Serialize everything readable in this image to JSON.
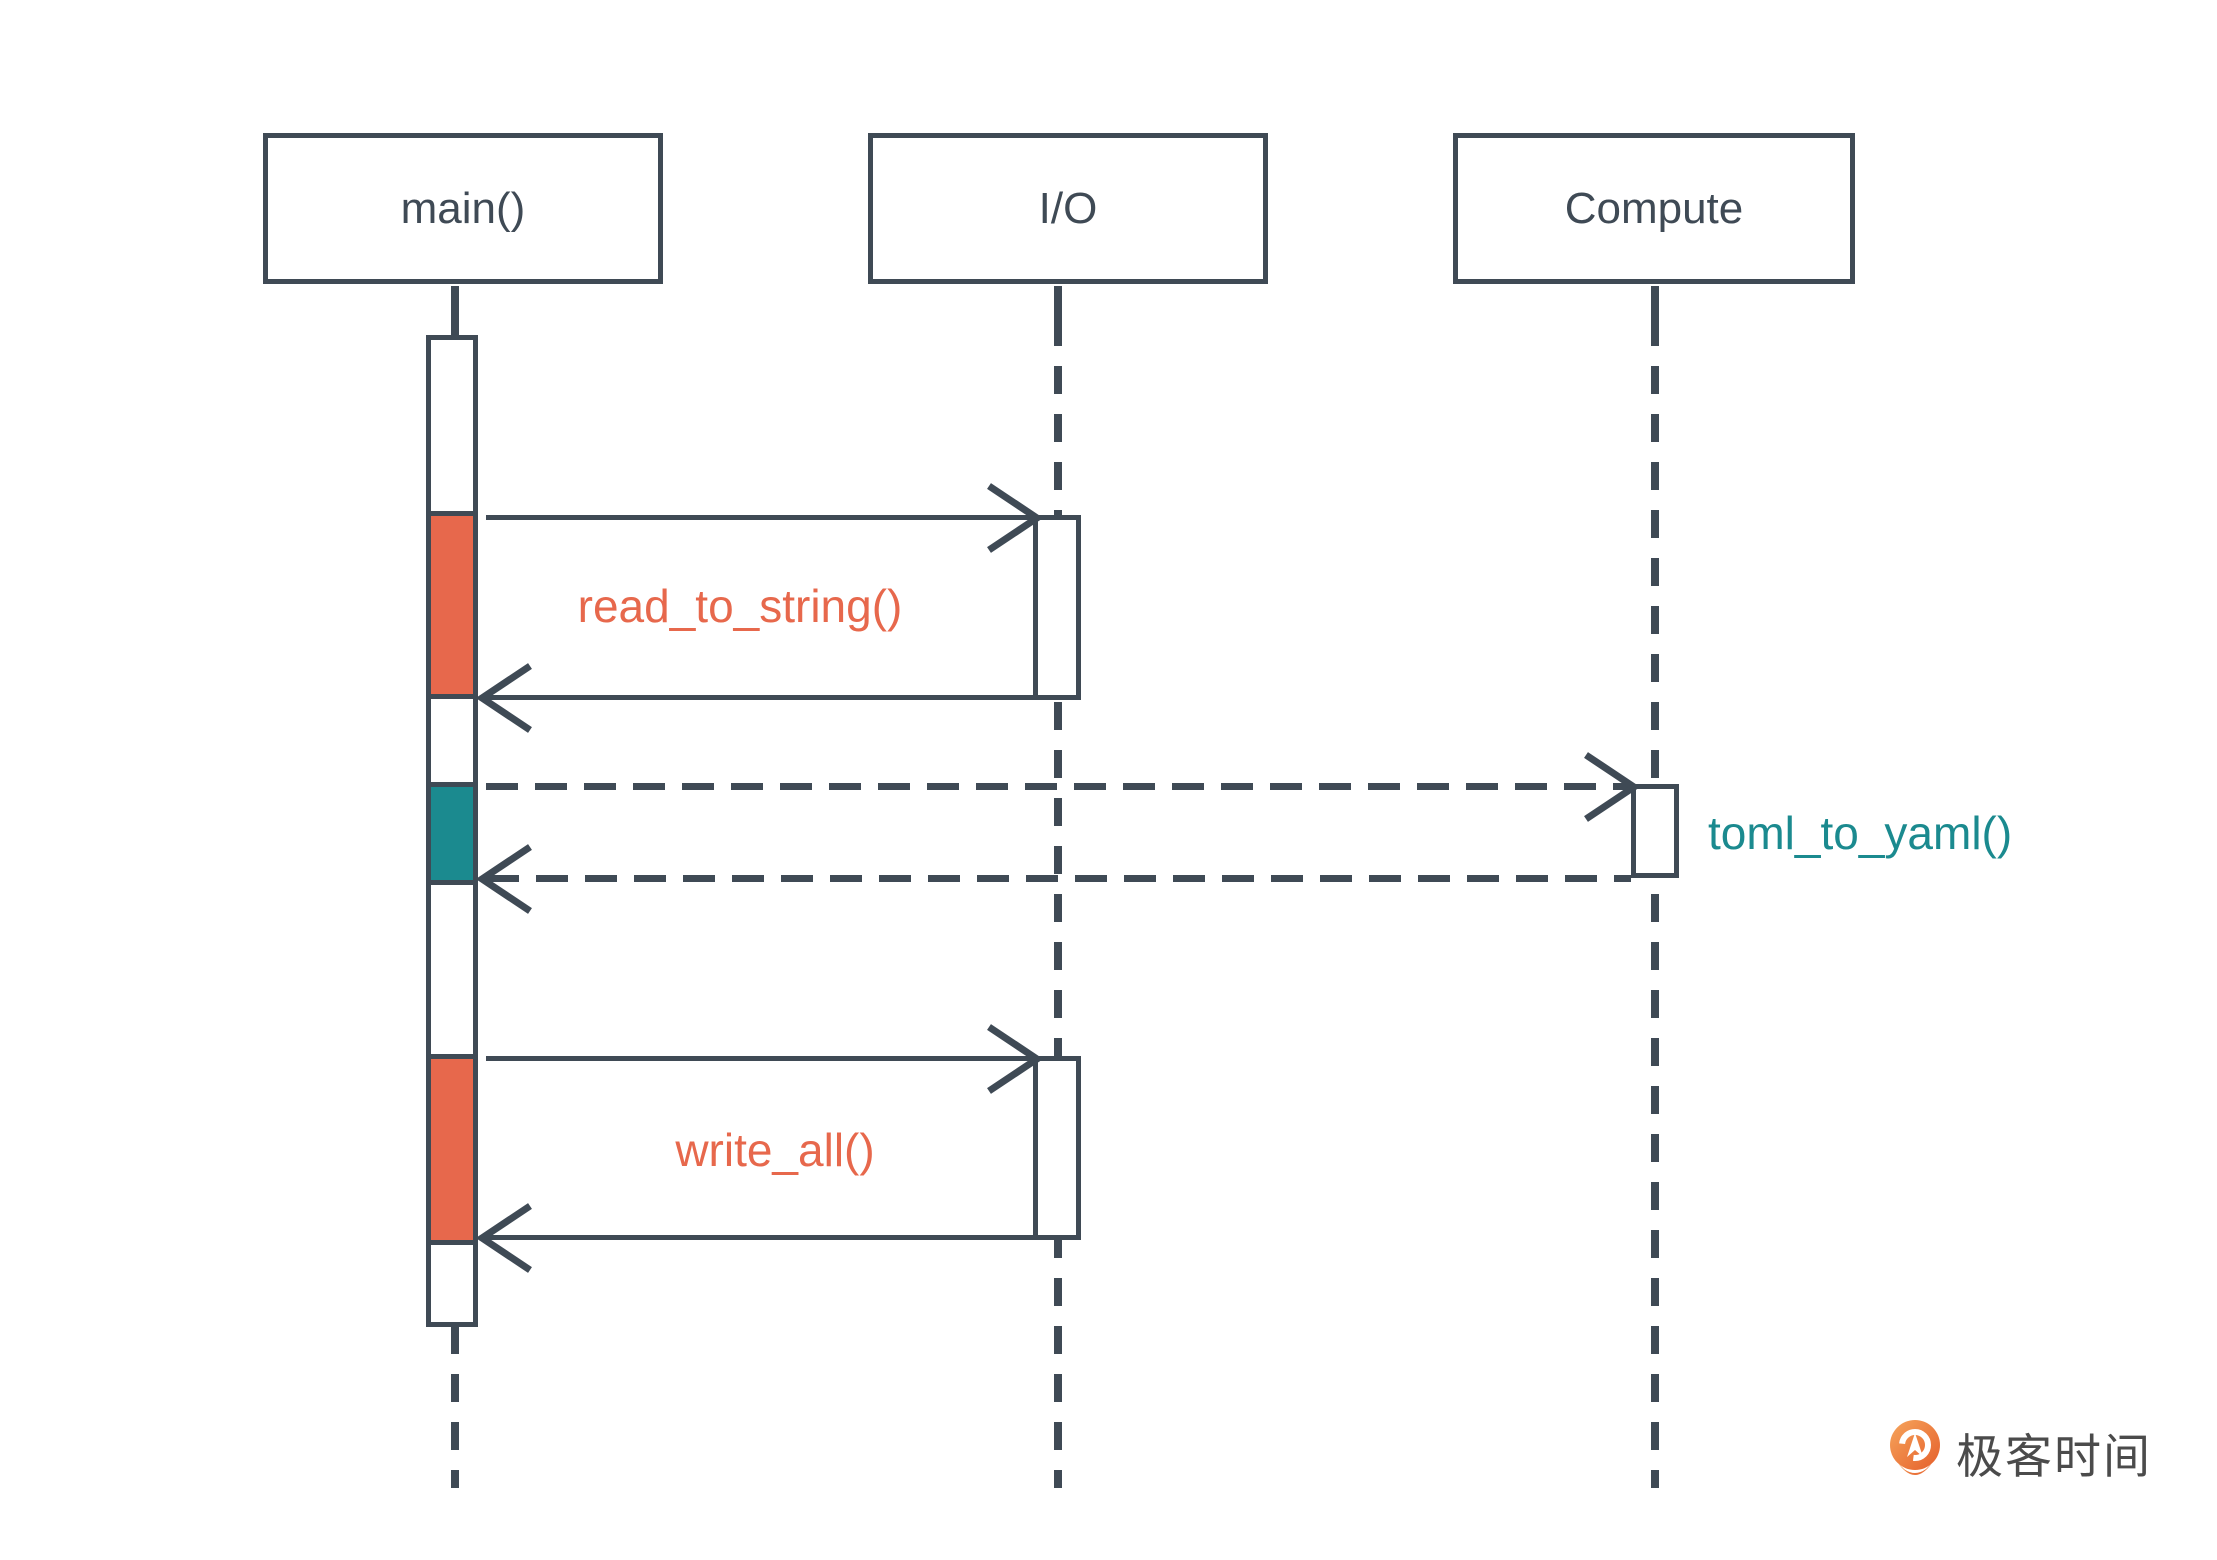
{
  "diagram": {
    "type": "sequence-diagram",
    "participants": [
      {
        "id": "main",
        "label": "main()"
      },
      {
        "id": "io",
        "label": "I/O"
      },
      {
        "id": "compute",
        "label": "Compute"
      }
    ],
    "messages": [
      {
        "name": "read_to_string()",
        "from": "main()",
        "to": "I/O",
        "line": "solid",
        "has_return": true,
        "color": "#E7684C"
      },
      {
        "name": "toml_to_yaml()",
        "from": "main()",
        "to": "Compute",
        "line": "dashed",
        "has_return": true,
        "color": "#1B8A8F"
      },
      {
        "name": "write_all()",
        "from": "main()",
        "to": "I/O",
        "line": "solid",
        "has_return": true,
        "color": "#E7684C"
      }
    ],
    "activation_segments": [
      {
        "lifeline": "main",
        "message": "read_to_string()",
        "color": "#E7684C"
      },
      {
        "lifeline": "main",
        "message": "toml_to_yaml()",
        "color": "#1B8A8F"
      },
      {
        "lifeline": "main",
        "message": "write_all()",
        "color": "#E7684C"
      }
    ]
  },
  "branding": {
    "logo_text": "极客时间"
  },
  "colors": {
    "slate": "#3F4A55",
    "orange": "#E7684C",
    "teal": "#1B8A8F",
    "logo_text_color": "#4B4B4B",
    "background": "#FFFFFF"
  }
}
